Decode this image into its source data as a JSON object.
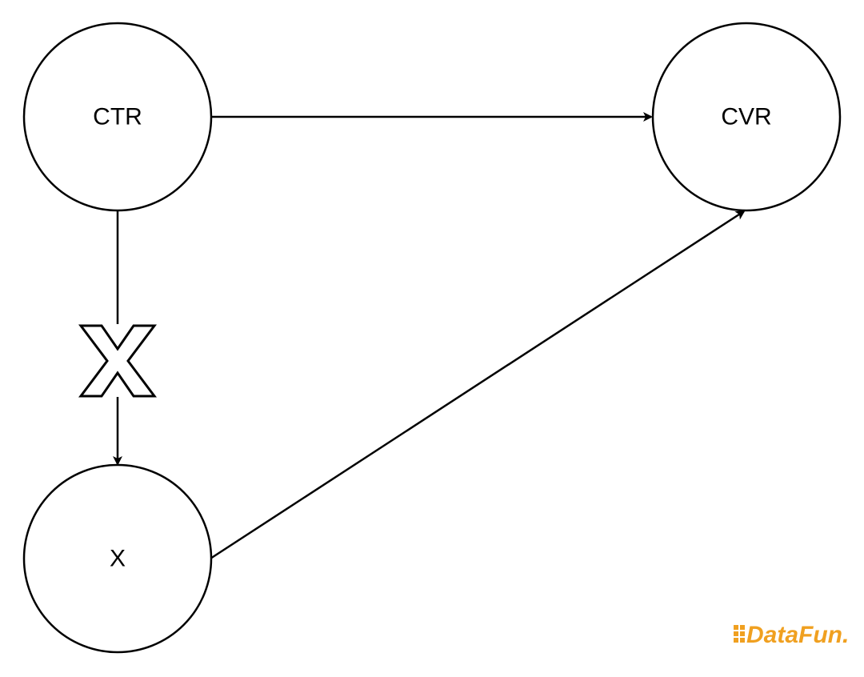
{
  "nodes": {
    "ctr": {
      "label": "CTR"
    },
    "cvr": {
      "label": "CVR"
    },
    "x": {
      "label": "X"
    }
  },
  "edges": [
    {
      "from": "CTR",
      "to": "CVR"
    },
    {
      "from": "CTR",
      "to": "X",
      "blocked": true
    },
    {
      "from": "X",
      "to": "CVR"
    }
  ],
  "watermark": {
    "text": "DataFun.",
    "color": "#f0a020"
  },
  "colors": {
    "stroke": "#000000",
    "background": "#ffffff"
  }
}
